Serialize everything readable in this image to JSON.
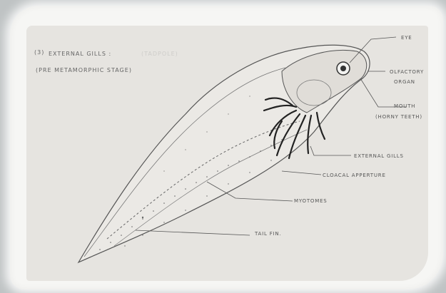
{
  "figure": {
    "title_marker": "(3)",
    "title": "EXTERNAL GILLS :",
    "title_faint": "(TADPOLE)",
    "subtitle": "(PRE METAMORPHIC STAGE)"
  },
  "labels": {
    "eye": "EYE",
    "olfactory_organ_line1": "OLFACTORY",
    "olfactory_organ_line2": "ORGAN",
    "mouth_line1": "MOUTH",
    "mouth_line2": "(HORNY TEETH)",
    "external_gills": "EXTERNAL GILLS",
    "cloacal_aperture": "CLOACAL APPERTURE",
    "myotomes": "MYOTOMES",
    "tail_fin": "TAIL FIN."
  },
  "colors": {
    "paper": "#e6e4e0",
    "frame": "#f6f6f4",
    "ink": "#444444",
    "gill_ink": "#222222"
  }
}
